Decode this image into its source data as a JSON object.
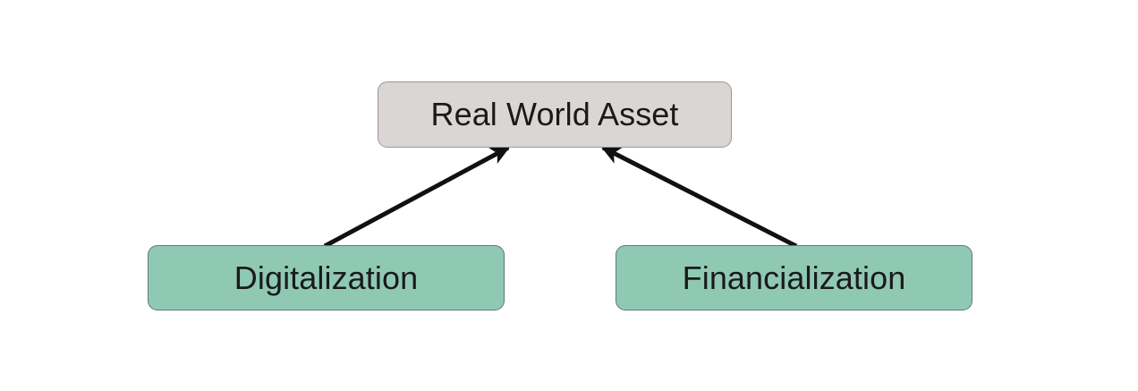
{
  "diagram": {
    "title": "Real World Asset drivers diagram",
    "background_color": "#ffffff",
    "nodes": [
      {
        "id": "root",
        "label": "Real World Asset",
        "fill_color": "#dad6d4",
        "border_color": "#9b9695",
        "text_color": "#1a1a1a"
      },
      {
        "id": "digitalization",
        "label": "Digitalization",
        "fill_color": "#8fc9b4",
        "border_color": "#5d7a72",
        "text_color": "#1a1a1a"
      },
      {
        "id": "financialization",
        "label": "Financialization",
        "fill_color": "#8fc9b4",
        "border_color": "#5d7a72",
        "text_color": "#1a1a1a"
      }
    ],
    "edges": [
      {
        "id": "digitalization-to-root",
        "from": "digitalization",
        "to": "root",
        "color": "#111111",
        "arrowhead": "filled-triangle"
      },
      {
        "id": "financialization-to-root",
        "from": "financialization",
        "to": "root",
        "color": "#111111",
        "arrowhead": "filled-triangle"
      }
    ]
  }
}
